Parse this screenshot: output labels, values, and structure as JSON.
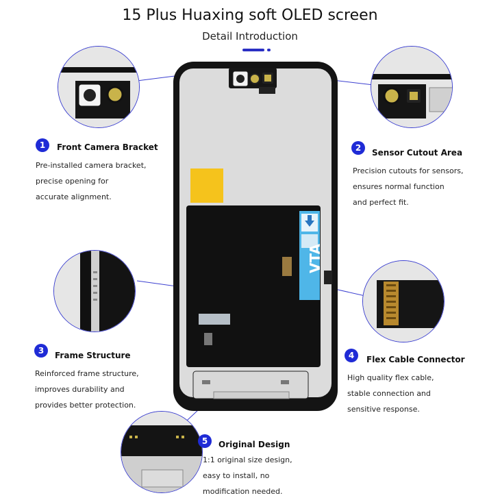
{
  "header": {
    "title": "15 Plus Huaxing soft OLED screen",
    "subtitle": "Detail Introduction"
  },
  "features": [
    {
      "number": "1",
      "title": "Front Camera Bracket",
      "lines": [
        "Pre-installed camera bracket,",
        "precise opening for",
        "accurate alignment."
      ]
    },
    {
      "number": "2",
      "title": "Sensor Cutout Area",
      "lines": [
        "Precision cutouts for sensors,",
        "ensures normal function",
        "and perfect fit."
      ]
    },
    {
      "number": "3",
      "title": "Frame Structure",
      "lines": [
        "Reinforced frame structure,",
        "improves durability and",
        "provides better protection."
      ]
    },
    {
      "number": "4",
      "title": "Flex Cable Connector",
      "lines": [
        "High quality flex cable,",
        "stable connection and",
        "sensitive response."
      ]
    },
    {
      "number": "5",
      "title": "Original Design",
      "lines": [
        "1:1 original size design,",
        "easy to install, no",
        "modification needed."
      ]
    }
  ],
  "label_text": "VTA",
  "colors": {
    "accent": "#1f2bd6",
    "screen_black": "#141414",
    "frame_gray": "#dcdcdc",
    "tape_yellow": "#f5c31c",
    "label_blue": "#4fb6e8"
  }
}
